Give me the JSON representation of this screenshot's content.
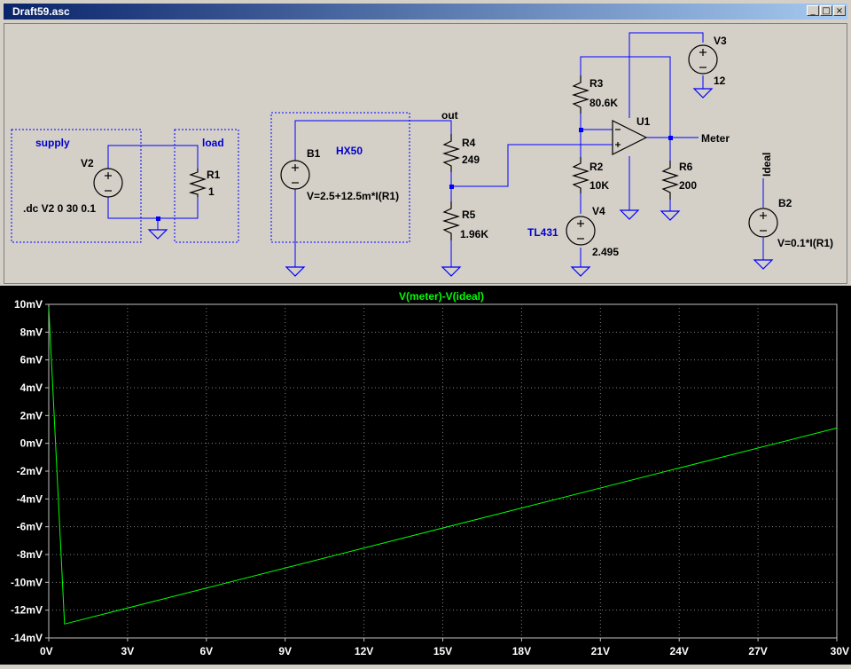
{
  "window": {
    "title": "Draft59.asc",
    "minimize_glyph": "_",
    "restore_glyph": "□",
    "close_glyph": "×"
  },
  "schematic": {
    "boxes": {
      "supply": "supply",
      "load": "load",
      "hx50": "HX50"
    },
    "net_labels": {
      "out": "out",
      "meter": "Meter",
      "ideal": "Ideal"
    },
    "directive": ".dc V2 0 30 0.1",
    "components": {
      "v2": {
        "name": "V2"
      },
      "r1": {
        "name": "R1",
        "value": "1"
      },
      "b1": {
        "name": "B1",
        "value": "V=2.5+12.5m*I(R1)"
      },
      "r4": {
        "name": "R4",
        "value": "249"
      },
      "r5": {
        "name": "R5",
        "value": "1.96K"
      },
      "r3": {
        "name": "R3",
        "value": "80.6K"
      },
      "r2": {
        "name": "R2",
        "value": "10K"
      },
      "v4": {
        "name": "V4",
        "value": "2.495",
        "label": "TL431"
      },
      "u1": {
        "name": "U1"
      },
      "r6": {
        "name": "R6",
        "value": "200"
      },
      "v3": {
        "name": "V3",
        "value": "12"
      },
      "b2": {
        "name": "B2",
        "value": "V=0.1*I(R1)"
      }
    },
    "colors": {
      "wire": "#0000ff",
      "box": "#0000ff",
      "label": "#0000cd",
      "text": "#000000"
    }
  },
  "plot": {
    "trace_label": "V(meter)-V(ideal)",
    "colors": {
      "background": "#000000",
      "grid": "#808080",
      "trace": "#00ff00",
      "axis_text": "#ffffff"
    }
  },
  "chart_data": {
    "type": "line",
    "title": "V(meter)-V(ideal)",
    "xlabel": "",
    "ylabel": "",
    "xlim": [
      0,
      30
    ],
    "ylim": [
      -14,
      10
    ],
    "x_unit": "V",
    "y_unit": "mV",
    "grid": true,
    "xticks": [
      "0V",
      "3V",
      "6V",
      "9V",
      "12V",
      "15V",
      "18V",
      "21V",
      "24V",
      "27V",
      "30V"
    ],
    "yticks": [
      "10mV",
      "8mV",
      "6mV",
      "4mV",
      "2mV",
      "0mV",
      "-2mV",
      "-4mV",
      "-6mV",
      "-8mV",
      "-10mV",
      "-12mV",
      "-14mV"
    ],
    "series": [
      {
        "name": "V(meter)-V(ideal)",
        "x": [
          0,
          0.1,
          0.6,
          30
        ],
        "y": [
          9.8,
          6.0,
          -13.0,
          1.1
        ]
      }
    ]
  }
}
